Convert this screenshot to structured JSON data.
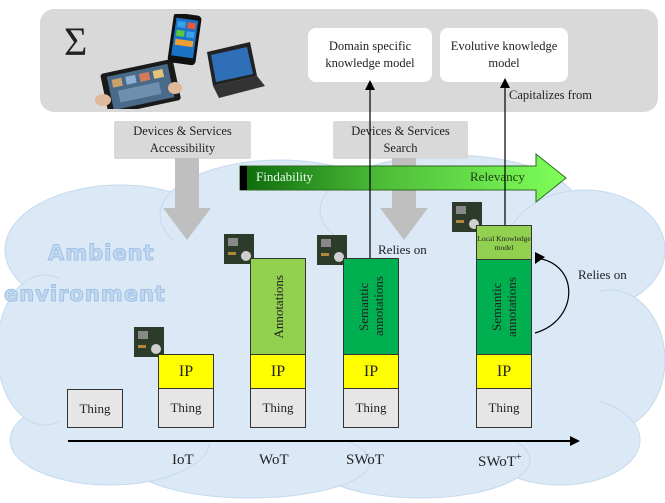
{
  "sigma_symbol": "Σ",
  "domain_box": "Domain specific knowledge model",
  "evolutive_box": "Evolutive knowledge model",
  "capitalizes": "Capitalizes from",
  "access_box": "Devices & Services Accessibility",
  "search_box": "Devices & Services Search",
  "findability": "Findability",
  "relevancy": "Relevancy",
  "ambient_line1": "Ambient",
  "ambient_line2": "environment",
  "relies_on_1": "Relies on",
  "relies_on_2": "Relies on",
  "thing": "Thing",
  "ip": "IP",
  "annotations": "Annotations",
  "semantic_annotations": "Semantic annotations",
  "local_knowledge": "Local Knowledge model",
  "axis": {
    "iot": "IoT",
    "wot": "WoT",
    "swot": "SWoT",
    "swot_plus": "SWoT",
    "plus": "+"
  },
  "colors": {
    "light_green": "#92d050",
    "dark_green": "#00b050",
    "yellow": "#ffff00",
    "thing_gray": "#e7e6e6",
    "cloud_blue": "#dbe8f6"
  }
}
